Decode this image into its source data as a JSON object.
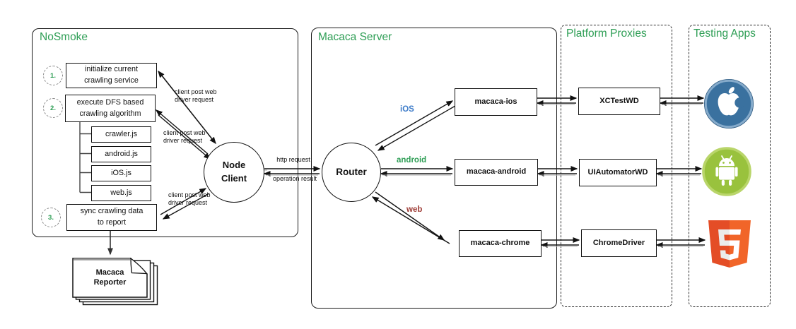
{
  "sections": {
    "nosmoke": "NoSmoke",
    "macaca_server": "Macaca Server",
    "platform_proxies": "Platform Proxies",
    "testing_apps": "Testing Apps"
  },
  "nosmoke": {
    "step1_num": "1.",
    "step2_num": "2.",
    "step3_num": "3.",
    "step1": "initialize current\ncrawling service",
    "step2": "execute DFS based\ncrawling algorithm",
    "step3": "sync crawling data\nto report",
    "modules": [
      "crawler.js",
      "android.js",
      "iOS.js",
      "web.js"
    ],
    "node_client": "Node\nClient",
    "reporter": "Macaca\nReporter"
  },
  "server": {
    "router": "Router",
    "ios": "macaca-ios",
    "android": "macaca-android",
    "chrome": "macaca-chrome"
  },
  "proxies": {
    "ios": "XCTestWD",
    "android": "UIAutomatorWD",
    "chrome": "ChromeDriver"
  },
  "edges": {
    "client_post": "client post web\ndriver request",
    "http_request": "http request",
    "operation_result": "operation result",
    "ios": "iOS",
    "android": "android",
    "web": "web"
  },
  "icons": {
    "apple": "apple-icon",
    "android": "android-icon",
    "html5": "html5-icon"
  },
  "colors": {
    "section_title": "#2E9E55",
    "ios_label": "#3E7CC9",
    "android_label": "#2E9E55",
    "web_label": "#9E3B35",
    "apple_bg": "#3A719F",
    "android_bg": "#99C23D",
    "html5_left": "#E44D26",
    "html5_right": "#F16529"
  }
}
